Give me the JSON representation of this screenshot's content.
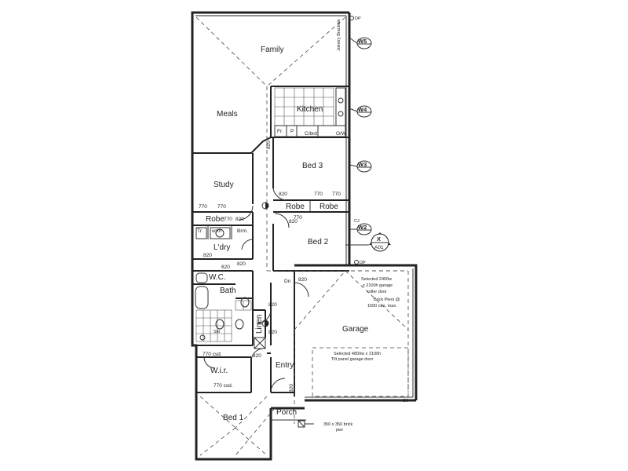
{
  "rooms": {
    "family": "Family",
    "meals": "Meals",
    "kitchen": "Kitchen",
    "study": "Study",
    "bed3": "Bed 3",
    "bed2": "Bed 2",
    "bed1": "Bed 1",
    "robe1": "Robe",
    "robe2": "Robe",
    "robe3": "Robe",
    "laundry": "L'dry",
    "bath": "Bath",
    "wc": "W.C.",
    "linen": "Linen",
    "garage": "Garage",
    "entry": "Entry",
    "porch": "Porch",
    "wir": "W.i.r."
  },
  "fixtures": {
    "fridge": "Fr.",
    "pantry": "P",
    "cupboard": "C/brd",
    "ow": "O/W",
    "tr": "Tr.",
    "wm": "w/m",
    "brm": "Brm.",
    "shr": "Shr"
  },
  "doors": {
    "d820_study": "820",
    "d820_robe": "820",
    "d820_bed3": "820",
    "d820_bed2": "820",
    "d820_ldry": "820",
    "d820_linen_a": "820",
    "d820_linen_b": "820",
    "d820_garage": "820",
    "d820_entry": "820",
    "d820_wir": "820",
    "d820_wc": "820",
    "d770_a": "770",
    "d770_b": "770",
    "d770_c": "770",
    "d770_d": "770",
    "d770_e": "770",
    "d770_f": "770",
    "d770_csd_a": "770 csd.",
    "d770_csd_b": "770 csd.",
    "d620": "620",
    "dn": "Dn"
  },
  "windows": [
    "W5",
    "W4",
    "W3",
    "W2"
  ],
  "section_marker": {
    "letter": "X",
    "sheet": "A01"
  },
  "notes": {
    "dp_top": "DP",
    "dp_mid": "DP",
    "joinery": "Joinery Brackets",
    "roller_door": [
      "Selected 2400w",
      "x 2100h garage",
      "roller door"
    ],
    "brick_piers": [
      "Brick Piers @",
      "1500 ctrs. max."
    ],
    "tilt_door": [
      "Selected 4800w x 2100h",
      "Tilt panel garage door"
    ],
    "porch_pier": [
      "350 x 350 brick",
      "pier"
    ],
    "cj_a": "CJ",
    "cj_b": "CJ"
  }
}
